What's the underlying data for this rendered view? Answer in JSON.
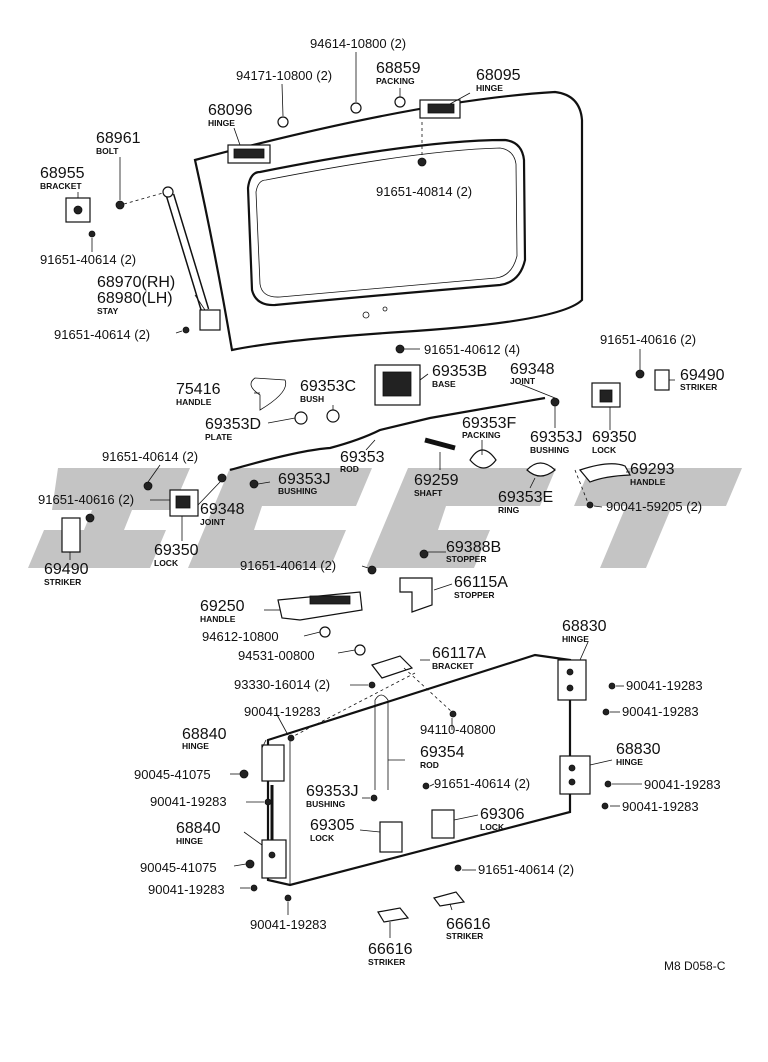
{
  "colors": {
    "watermark": "#c4c4c4",
    "ink": "#111111"
  },
  "watermark": {
    "text": "ЭЛСАТ",
    "style": "stylized-logo"
  },
  "footer": {
    "code": "M8 D058-C"
  },
  "callouts": [
    {
      "id": "c1",
      "part": "94614-10800 (2)",
      "name": ""
    },
    {
      "id": "c2",
      "part": "94171-10800 (2)",
      "name": ""
    },
    {
      "id": "c3",
      "part": "68859",
      "name": "PACKING"
    },
    {
      "id": "c4",
      "part": "68095",
      "name": "HINGE"
    },
    {
      "id": "c5",
      "part": "68096",
      "name": "HINGE"
    },
    {
      "id": "c6",
      "part": "68961",
      "name": "BOLT"
    },
    {
      "id": "c7",
      "part": "68955",
      "name": "BRACKET"
    },
    {
      "id": "c8",
      "part": "91651-40814 (2)",
      "name": ""
    },
    {
      "id": "c9",
      "part": "91651-40614 (2)",
      "name": ""
    },
    {
      "id": "c10",
      "part": "68970(RH)",
      "name": ""
    },
    {
      "id": "c11",
      "part": "68980(LH)",
      "name": "STAY"
    },
    {
      "id": "c12",
      "part": "91651-40614 (2)",
      "name": ""
    },
    {
      "id": "c13",
      "part": "91651-40612 (4)",
      "name": ""
    },
    {
      "id": "c14",
      "part": "91651-40616 (2)",
      "name": ""
    },
    {
      "id": "c15",
      "part": "69490",
      "name": "STRIKER"
    },
    {
      "id": "c16",
      "part": "69348",
      "name": "JOINT"
    },
    {
      "id": "c17",
      "part": "69353B",
      "name": "BASE"
    },
    {
      "id": "c18",
      "part": "75416",
      "name": "HANDLE"
    },
    {
      "id": "c19",
      "part": "69353C",
      "name": "BUSH"
    },
    {
      "id": "c20",
      "part": "69353D",
      "name": "PLATE"
    },
    {
      "id": "c21",
      "part": "69353F",
      "name": "PACKING"
    },
    {
      "id": "c22",
      "part": "69353J",
      "name": "BUSHING"
    },
    {
      "id": "c23",
      "part": "69350",
      "name": "LOCK"
    },
    {
      "id": "c24",
      "part": "69353",
      "name": "ROD"
    },
    {
      "id": "c25",
      "part": "91651-40614 (2)",
      "name": ""
    },
    {
      "id": "c26",
      "part": "69353J",
      "name": "BUSHING"
    },
    {
      "id": "c27",
      "part": "69259",
      "name": "SHAFT"
    },
    {
      "id": "c28",
      "part": "69293",
      "name": "HANDLE"
    },
    {
      "id": "c29",
      "part": "69353E",
      "name": "RING"
    },
    {
      "id": "c30",
      "part": "91651-40616 (2)",
      "name": ""
    },
    {
      "id": "c31",
      "part": "69348",
      "name": "JOINT"
    },
    {
      "id": "c32",
      "part": "90041-59205 (2)",
      "name": ""
    },
    {
      "id": "c33",
      "part": "69350",
      "name": "LOCK"
    },
    {
      "id": "c34",
      "part": "69490",
      "name": "STRIKER"
    },
    {
      "id": "c35",
      "part": "69388B",
      "name": "STOPPER"
    },
    {
      "id": "c36",
      "part": "91651-40614 (2)",
      "name": ""
    },
    {
      "id": "c37",
      "part": "66115A",
      "name": "STOPPER"
    },
    {
      "id": "c38",
      "part": "69250",
      "name": "HANDLE"
    },
    {
      "id": "c39",
      "part": "94612-10800",
      "name": ""
    },
    {
      "id": "c40",
      "part": "68830",
      "name": "HINGE"
    },
    {
      "id": "c41",
      "part": "94531-00800",
      "name": ""
    },
    {
      "id": "c42",
      "part": "66117A",
      "name": "BRACKET"
    },
    {
      "id": "c43",
      "part": "93330-16014 (2)",
      "name": ""
    },
    {
      "id": "c44",
      "part": "90041-19283",
      "name": ""
    },
    {
      "id": "c45",
      "part": "90041-19283",
      "name": ""
    },
    {
      "id": "c46",
      "part": "90041-19283",
      "name": ""
    },
    {
      "id": "c47",
      "part": "94110-40800",
      "name": ""
    },
    {
      "id": "c48",
      "part": "68840",
      "name": "HINGE"
    },
    {
      "id": "c49",
      "part": "69354",
      "name": "ROD"
    },
    {
      "id": "c50",
      "part": "68830",
      "name": "HINGE"
    },
    {
      "id": "c51",
      "part": "90045-41075",
      "name": ""
    },
    {
      "id": "c52",
      "part": "91651-40614 (2)",
      "name": ""
    },
    {
      "id": "c53",
      "part": "90041-19283",
      "name": ""
    },
    {
      "id": "c54",
      "part": "90041-19283",
      "name": ""
    },
    {
      "id": "c55",
      "part": "69353J",
      "name": "BUSHING"
    },
    {
      "id": "c56",
      "part": "69306",
      "name": "LOCK"
    },
    {
      "id": "c57",
      "part": "90041-19283",
      "name": ""
    },
    {
      "id": "c58",
      "part": "68840",
      "name": "HINGE"
    },
    {
      "id": "c59",
      "part": "69305",
      "name": "LOCK"
    },
    {
      "id": "c60",
      "part": "90045-41075",
      "name": ""
    },
    {
      "id": "c61",
      "part": "91651-40614 (2)",
      "name": ""
    },
    {
      "id": "c62",
      "part": "90041-19283",
      "name": ""
    },
    {
      "id": "c63",
      "part": "90041-19283",
      "name": ""
    },
    {
      "id": "c64",
      "part": "66616",
      "name": "STRIKER"
    },
    {
      "id": "c65",
      "part": "66616",
      "name": "STRIKER"
    }
  ]
}
